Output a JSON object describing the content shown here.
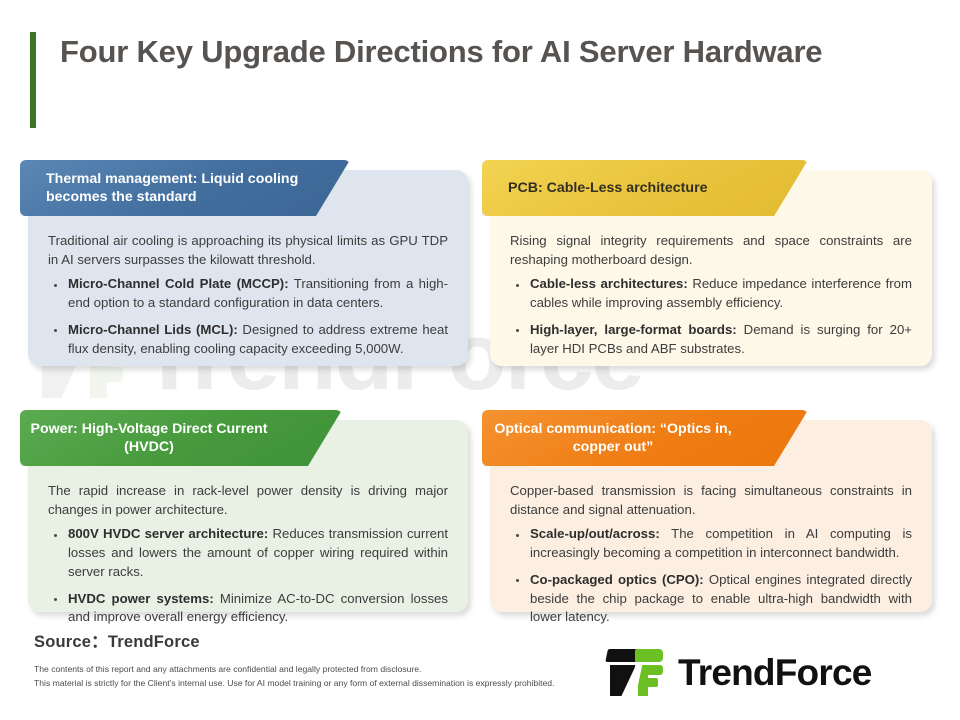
{
  "page": {
    "title": "Four Key Upgrade Directions for AI Server Hardware",
    "accent_bar_color": "#3d7425",
    "watermark_text": "TrendForce"
  },
  "cards": [
    {
      "id": "thermal",
      "banner_label": "Thermal management: Liquid cooling becomes the standard",
      "banner_color": "#3b6694",
      "body_color": "#dfe5ee",
      "lead": "Traditional air cooling is approaching its physical limits as GPU TDP in AI servers surpasses the kilowatt threshold.",
      "bullets": [
        {
          "term": "Micro-Channel Cold Plate (MCCP):",
          "text": " Transitioning from a high-end option to a standard configuration in data centers."
        },
        {
          "term": "Micro-Channel Lids (MCL):",
          "text": " Designed to address extreme heat flux density, enabling cooling capacity exceeding 5,000W."
        }
      ]
    },
    {
      "id": "pcb",
      "banner_label": "PCB: Cable-Less architecture",
      "banner_color": "#e2bb2f",
      "body_color": "#fdf8e8",
      "lead": "Rising signal integrity requirements and space constraints are reshaping motherboard design.",
      "bullets": [
        {
          "term": "Cable-less architectures:",
          "text": " Reduce impedance interference from cables while improving assembly efficiency."
        },
        {
          "term": "High-layer, large-format boards:",
          "text": " Demand is surging for 20+ layer HDI PCBs and ABF substrates."
        }
      ]
    },
    {
      "id": "power",
      "banner_label": "Power: High-Voltage Direct Current (HVDC)",
      "banner_color": "#3f9238",
      "body_color": "#e8f1e4",
      "lead": "The rapid increase in rack-level power density is driving major changes in power architecture.",
      "bullets": [
        {
          "term": "800V HVDC server architecture:",
          "text": " Reduces transmission current losses and lowers the amount of copper wiring required within server racks."
        },
        {
          "term": "HVDC power systems:",
          "text": " Minimize AC-to-DC conversion losses and improve overall energy efficiency."
        }
      ]
    },
    {
      "id": "optical",
      "banner_label": "Optical communication: “Optics in, copper out”",
      "banner_color": "#ec760b",
      "body_color": "#fcefe1",
      "lead": "Copper-based transmission is facing simultaneous constraints in distance and signal attenuation.",
      "bullets": [
        {
          "term": "Scale-up/out/across:",
          "text": " The competition in AI computing is increasingly becoming a competition in interconnect bandwidth."
        },
        {
          "term": "Co-packaged optics (CPO):",
          "text": " Optical engines integrated directly beside the chip package to enable ultra-high bandwidth with lower latency."
        }
      ]
    }
  ],
  "footer": {
    "source": "Source：TrendForce",
    "disclaimer_line1": "The contents of this report and any attachments are confidential and legally protected from disclosure.",
    "disclaimer_line2": "This material is strictly for the Client’s internal use. Use for AI model training or any form of external dissemination is expressly prohibited.",
    "logo_text": "TrendForce",
    "logo_black": "#111111",
    "logo_green": "#6cc024"
  }
}
